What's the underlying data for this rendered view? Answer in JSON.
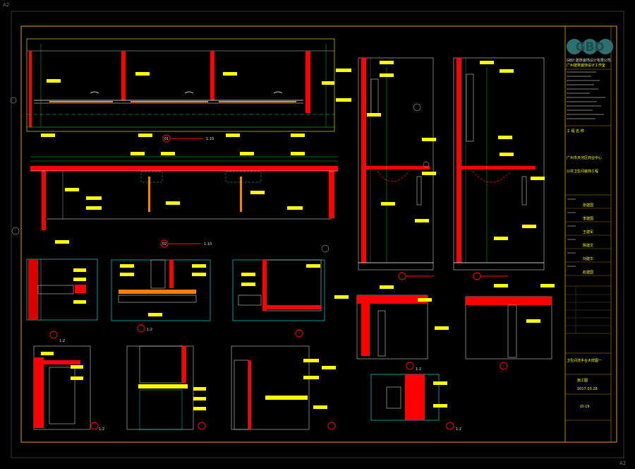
{
  "sheet": {
    "paper_size_top": "A2",
    "paper_size_bottom": "A2",
    "scale_1_10": "1:10",
    "scale_1_2": "1:2",
    "section_tag_red": "01",
    "section_tag_b": "02",
    "small_caption": "1:10"
  },
  "title_block": {
    "logo": "GBD",
    "company_line_1": "GBD 建筑装饰设计有限公司",
    "company_line_2": "广州建筑装饰设计工作室",
    "project_label": "工 程 名 称",
    "project_name_1": "广州市天河区商业中心",
    "project_name_2": "公共卫生间装饰工程",
    "sign_1": "张建国",
    "sign_2": "李建国",
    "sign_3": "王建军",
    "sign_4": "陈建文",
    "sign_5": "刘建华",
    "sign_6": "赵建国",
    "drawing_title": "卫生间洗手台大样图一",
    "stage": "施工图",
    "date": "2017.03.28",
    "drawing_no": "ID-19"
  },
  "colors": {
    "frame": "#b8860b",
    "drawing_border": "#ffff00",
    "wall_fill": "#ff0000",
    "dimension": "#00ff00",
    "centerline": "#00ffff",
    "text_yellow": "#ffff00",
    "tag_red": "#ff0000"
  }
}
